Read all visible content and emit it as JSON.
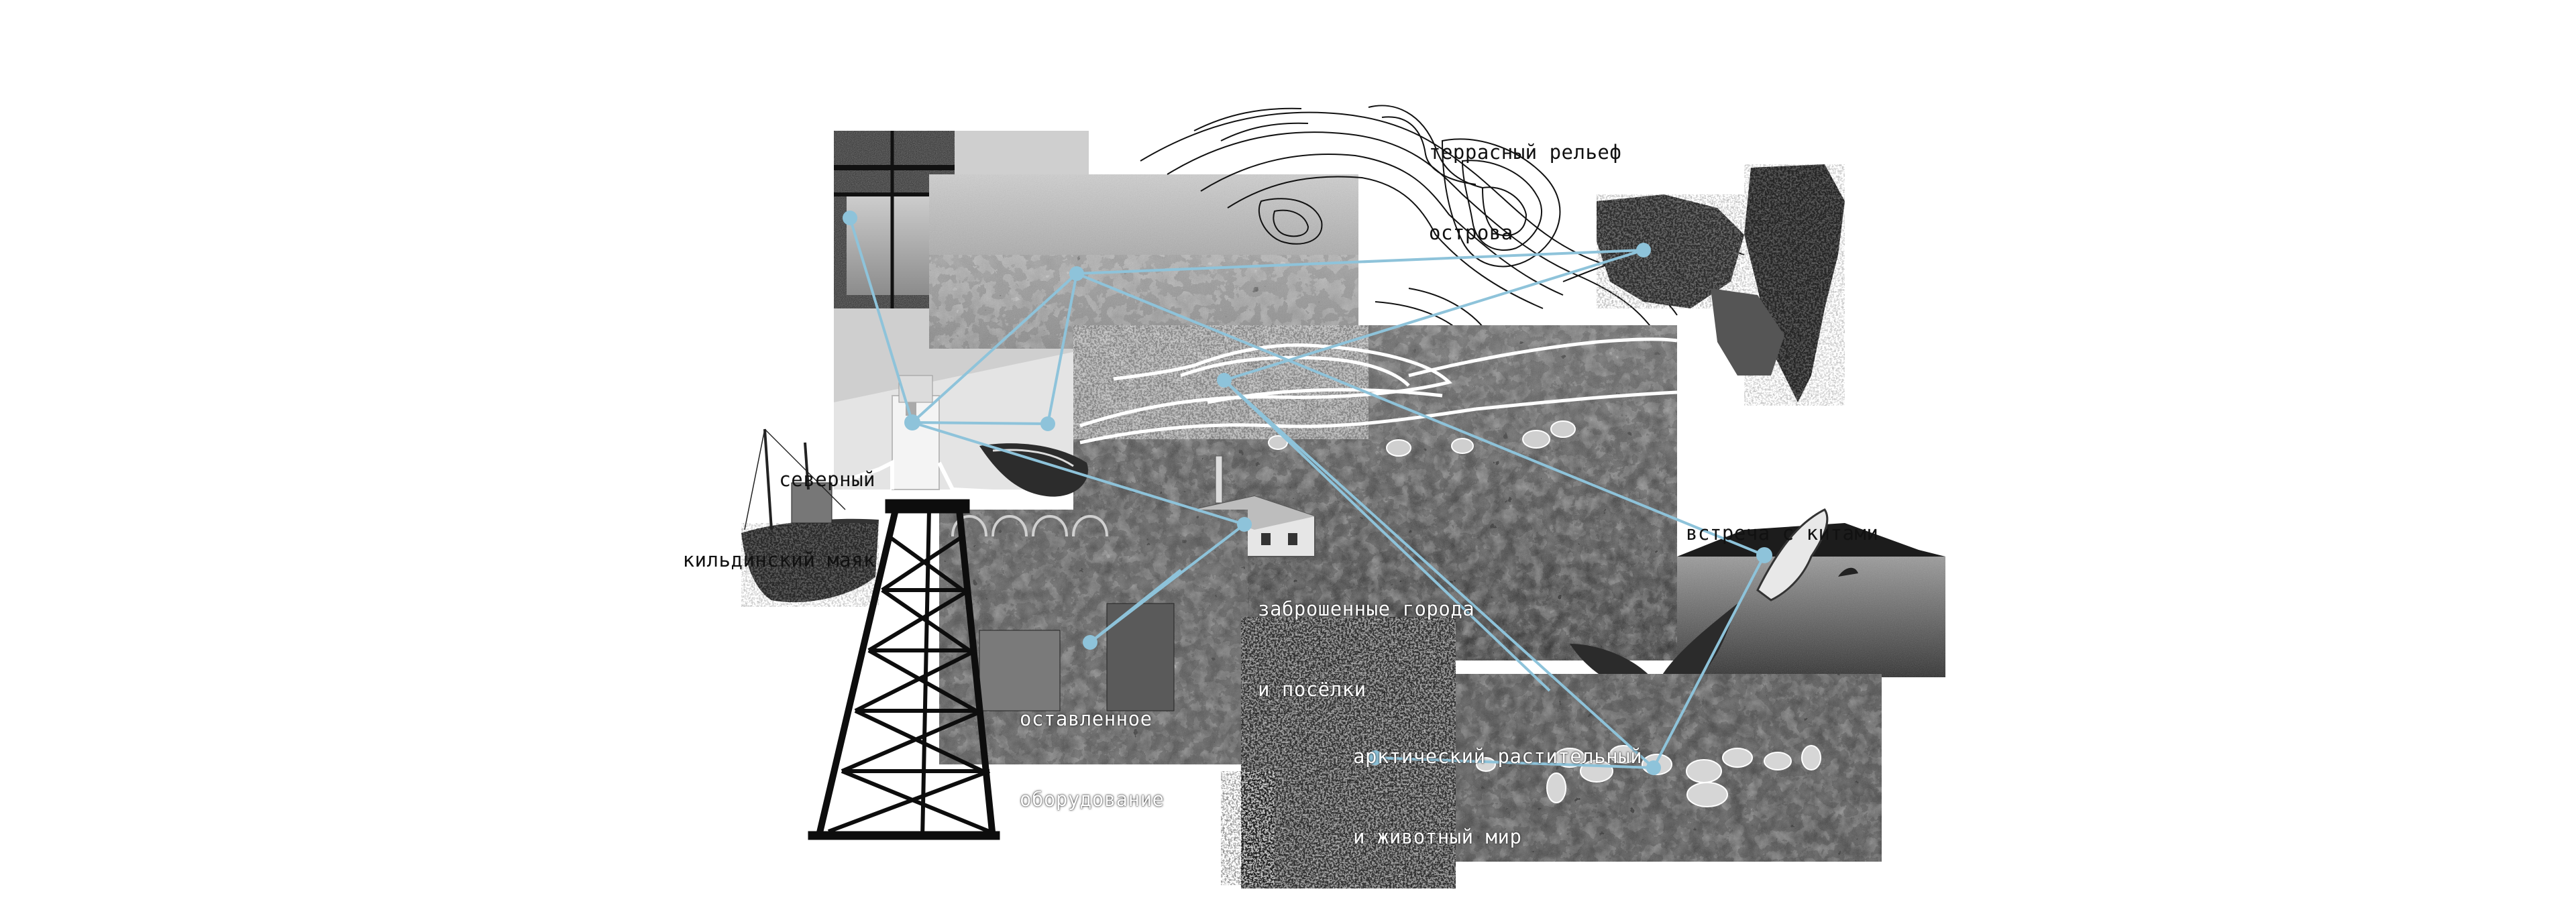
{
  "labels": {
    "terrace": {
      "line1": "террасный рельеф",
      "line2": "острова"
    },
    "lighthouse": {
      "line1": "северный",
      "line2": "кильдинский маяк"
    },
    "whales": {
      "line1": "встреча с китами"
    },
    "abandoned_towns": {
      "line1": "заброшенные города",
      "line2": "и посёлки"
    },
    "equipment": {
      "line1": "оставленное",
      "line2": "оборудование"
    },
    "arctic": {
      "line1": "арктический растительный",
      "line2": "и животный мир"
    }
  },
  "colors": {
    "accent": "#8ec3da",
    "background": "#ffffff",
    "ink": "#111111"
  }
}
